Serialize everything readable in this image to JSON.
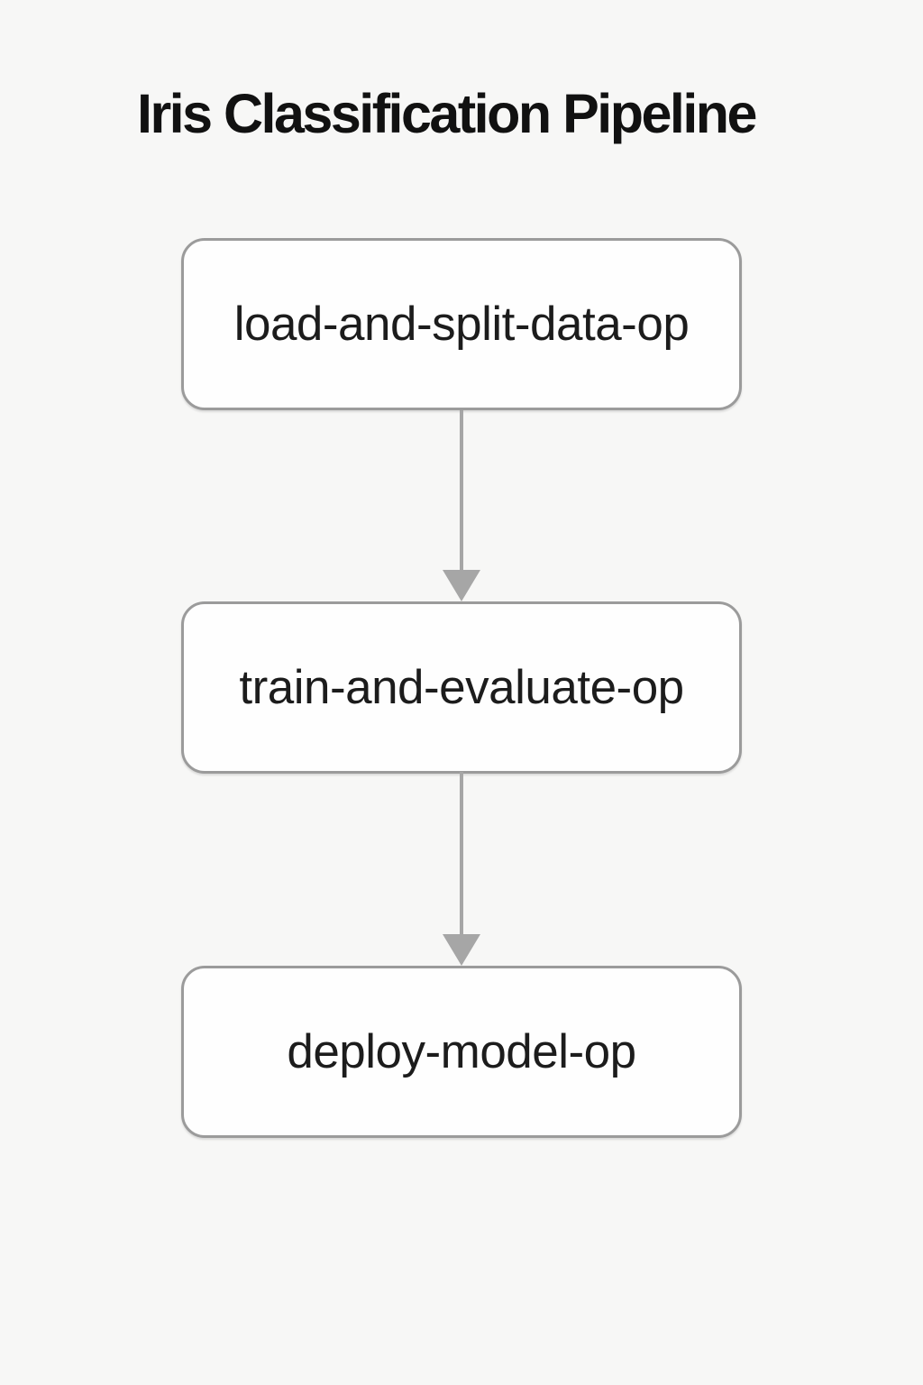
{
  "header": {
    "title": "Iris Classification Pipeline"
  },
  "pipeline": {
    "nodes": [
      {
        "id": "node-1",
        "label": "load-and-split-data-op"
      },
      {
        "id": "node-2",
        "label": "train-and-evaluate-op"
      },
      {
        "id": "node-3",
        "label": "deploy-model-op"
      }
    ],
    "edges": [
      {
        "from": "load-and-split-data-op",
        "to": "train-and-evaluate-op"
      },
      {
        "from": "train-and-evaluate-op",
        "to": "deploy-model-op"
      }
    ]
  },
  "colors": {
    "background": "#f7f7f6",
    "node_fill": "#fefefe",
    "node_border": "#9b9b9b",
    "arrow": "#a6a6a6",
    "title_text": "#111111",
    "node_text": "#1c1c1c"
  }
}
